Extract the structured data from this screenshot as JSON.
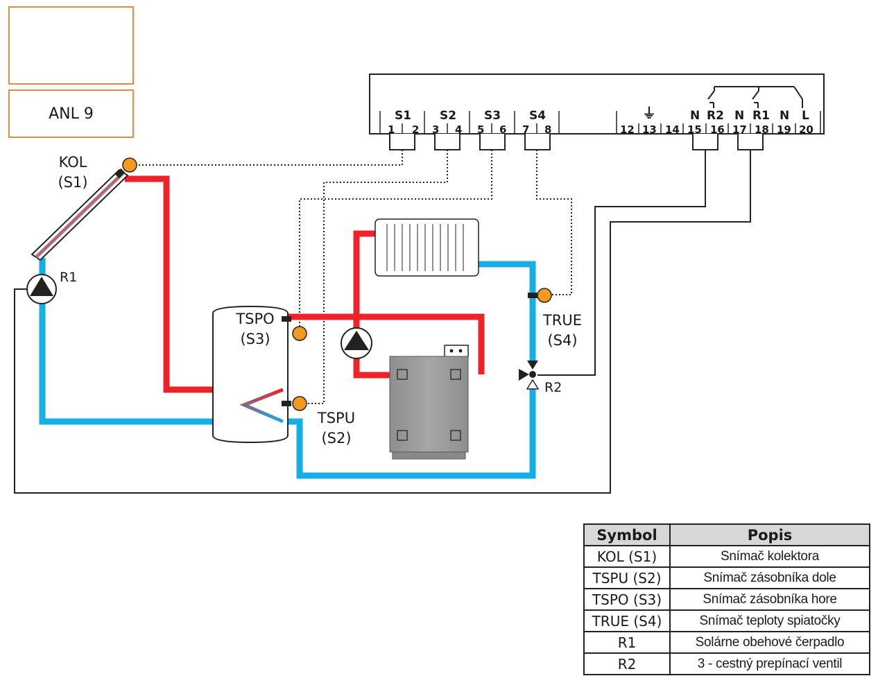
{
  "model_label": "ANL 9",
  "sensors": {
    "kol": {
      "name": "KOL",
      "code": "(S1)"
    },
    "tspo": {
      "name": "TSPO",
      "code": "(S3)"
    },
    "tspu": {
      "name": "TSPU",
      "code": "(S2)"
    },
    "true": {
      "name": "TRUE",
      "code": "(S4)"
    }
  },
  "outputs": {
    "r1": "R1",
    "r2": "R2"
  },
  "controller": {
    "groups": [
      "S1",
      "S2",
      "S3",
      "S4"
    ],
    "relay_labels": [
      "N",
      "R2",
      "N",
      "R1",
      "N",
      "L"
    ],
    "terminals": [
      "1",
      "2",
      "3",
      "4",
      "5",
      "6",
      "7",
      "8",
      "12",
      "13",
      "14",
      "15",
      "16",
      "17",
      "18",
      "19",
      "20"
    ],
    "ground_symbol": "⏚"
  },
  "legend": {
    "headers": [
      "Symbol",
      "Popis"
    ],
    "rows": [
      [
        "KOL (S1)",
        "Snímač kolektora"
      ],
      [
        "TSPU (S2)",
        "Snímač zásobníka dole"
      ],
      [
        "TSPO (S3)",
        "Snímač zásobníka hore"
      ],
      [
        "TRUE (S4)",
        "Snímač teploty spiatočky"
      ],
      [
        "R1",
        "Solárne obehové čerpadlo"
      ],
      [
        "R2",
        "3 - cestný prepínací ventil"
      ]
    ]
  },
  "colors": {
    "hot": "#ee2229",
    "cold": "#17aee6",
    "sensor": "#f39a1e",
    "frame": "#e8874a",
    "boiler": "#9a9a9a"
  }
}
